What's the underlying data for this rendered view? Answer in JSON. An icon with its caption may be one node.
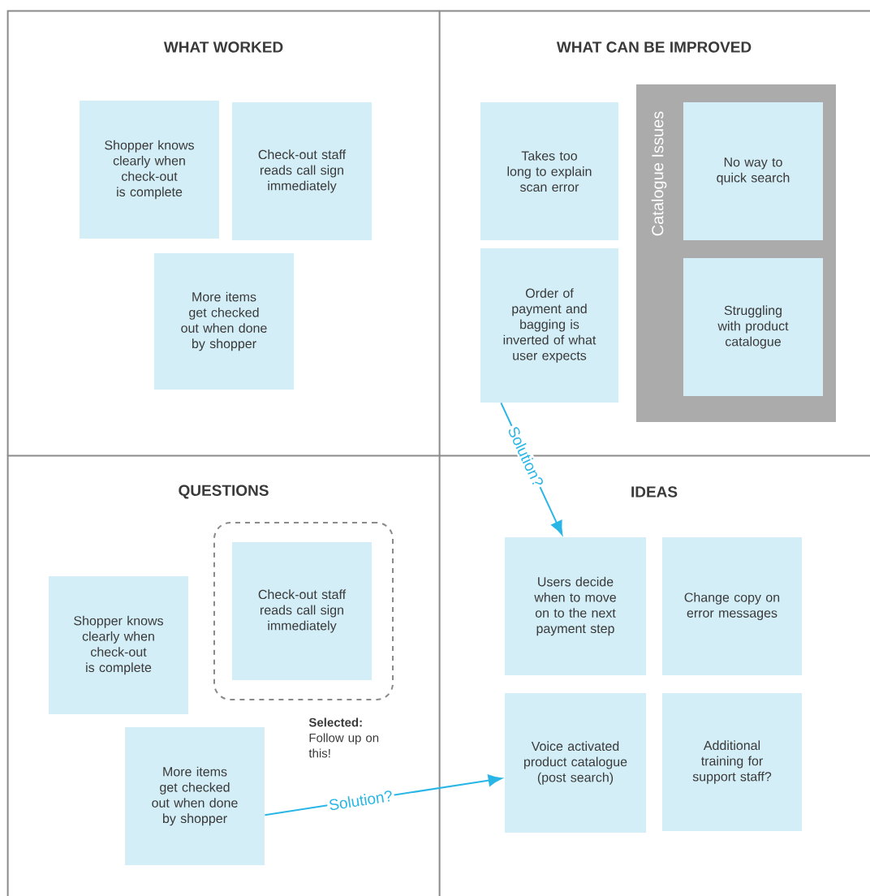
{
  "diagram": {
    "nodes": [
      {
        "text": [
          "WHAT WORKED"
        ]
      },
      {
        "text": [
          "Shopper knows clearly when check-out is complete"
        ],
        "in": 0
      },
      {
        "text": [
          "Check-out staff reads call sign immediately"
        ],
        "in": 0
      },
      {
        "text": [
          "More items get checked out when done by shopper"
        ],
        "in": 0
      },
      {
        "text": [
          "WHAT CAN BE IMPROVED"
        ]
      },
      {
        "text": [
          "Takes too long to explain scan error"
        ],
        "in": 4
      },
      {
        "text": [
          "Order of payment and bagging is inverted of what user expects"
        ],
        "in": 4
      },
      {
        "text": [
          "Catalogue Issues"
        ],
        "in": 4
      },
      {
        "text": [
          "No way to quick search"
        ],
        "in": 7
      },
      {
        "text": [
          "Struggling with product catalogue"
        ],
        "in": 7
      },
      {
        "text": [
          "QUESTIONS"
        ]
      },
      {
        "text": [
          "Shopper knows clearly when check-out is complete"
        ],
        "in": 10
      },
      {
        "text": [],
        "shape": "box",
        "in": 10,
        "beside": [
          "**Selected:** Follow up on this!"
        ]
      },
      {
        "text": [
          "Check-out staff reads call sign immediately"
        ],
        "in": 12
      },
      {
        "text": [
          "More items get checked out when done by shopper"
        ],
        "in": 10
      },
      {
        "text": [
          "IDEAS"
        ]
      },
      {
        "text": [
          "Users decide when to move on to the next payment step"
        ],
        "in": 15
      },
      {
        "text": [
          "Change copy on error messages"
        ],
        "in": 15
      },
      {
        "text": [
          "Voice activated product catalogue (post search)"
        ],
        "in": 15
      },
      {
        "text": [
          "Additional training for support staff?"
        ],
        "in": 15
      }
    ],
    "edges": [
      {
        "from": 6,
        "to": 16,
        "arrow": "to",
        "label": "Solution?"
      },
      {
        "from": 14,
        "to": 18,
        "arrow": "to",
        "label": "Solution?"
      }
    ]
  }
}
